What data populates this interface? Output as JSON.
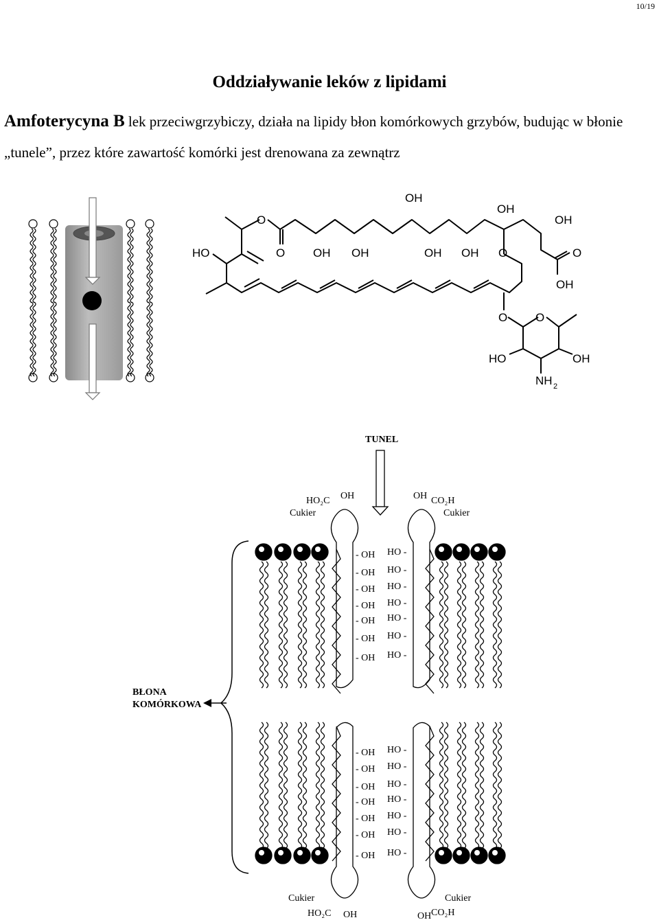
{
  "page_number": "10/19",
  "title": "Oddziaływanie leków z lipidami",
  "intro": {
    "drug_name": "Amfoterycyna B",
    "text": " lek przeciwgrzybiczy, działa na lipidy błon komórkowych grzybów, budując w błonie „tunele”, przez które zawartość komórki jest drenowana za zewnątrz"
  },
  "molecule": {
    "labels": [
      "OH",
      "OH",
      "OH",
      "O",
      "HO",
      "O",
      "OH",
      "OH",
      "OH",
      "OH",
      "O",
      "O",
      "OH",
      "O",
      "O",
      "HO",
      "OH",
      "NH",
      "2"
    ]
  },
  "channel": {
    "tunnel_label": "TUNEL",
    "membrane_label_1": "BŁONA",
    "membrane_label_2": "KOMÓRKOWA",
    "top_left": {
      "acid": "HO₂C",
      "oh": "OH",
      "sugar": "Cukier"
    },
    "top_right": {
      "oh": "OH",
      "acid": "CO₂H",
      "sugar": "Cukier"
    },
    "bottom_left": {
      "sugar": "Cukier",
      "acid": "HO₂C",
      "oh": "OH"
    },
    "bottom_right": {
      "sugar": "Cukier",
      "oh": "OH",
      "acid": "CO₂H"
    },
    "left_oh": "- OH",
    "right_ho": "HO -"
  }
}
